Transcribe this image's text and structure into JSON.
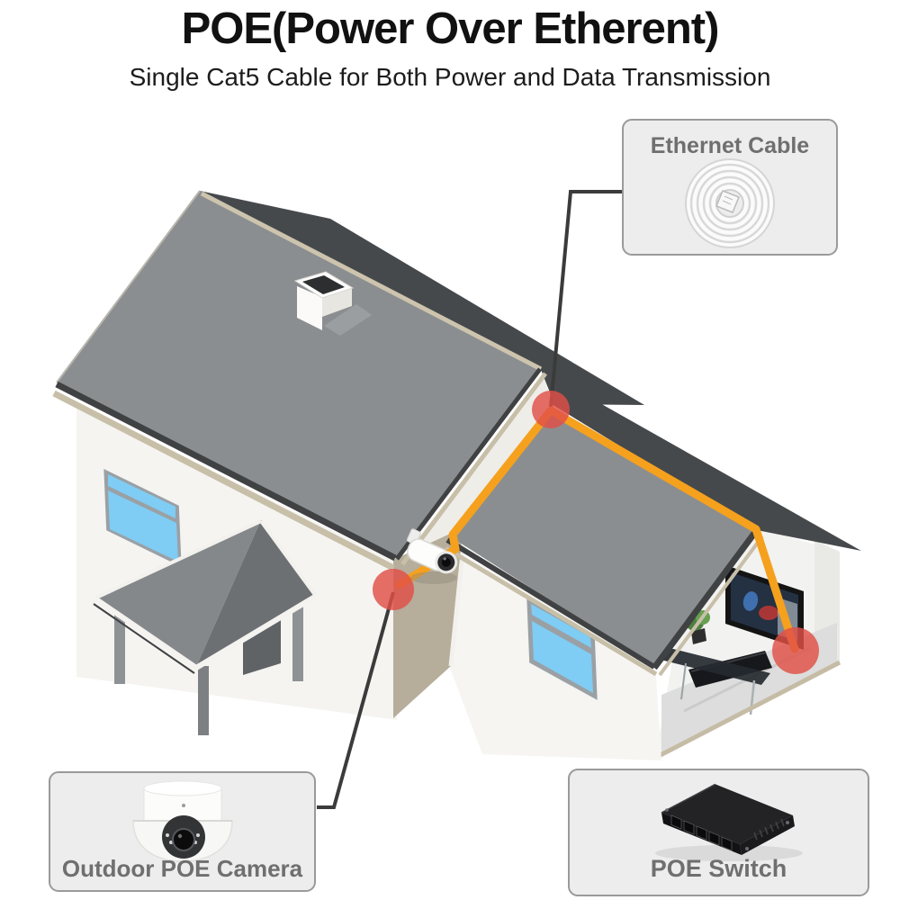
{
  "header": {
    "title": "POE(Power Over Etherent)",
    "subtitle": "Single Cat5 Cable for Both Power and Data Transmission"
  },
  "callouts": [
    {
      "id": "ethernet-cable",
      "label": "Ethernet Cable",
      "icon": "ethernet-cable-coil-icon"
    },
    {
      "id": "outdoor-poe-camera",
      "label": "Outdoor POE Camera",
      "icon": "dome-camera-icon"
    },
    {
      "id": "poe-switch",
      "label": "POE Switch",
      "icon": "poe-switch-icon"
    }
  ],
  "diagram": {
    "connection_dots": 3,
    "colors": {
      "cable_orange": "#F5A11E",
      "connection_dot_red": "#E14F47",
      "roof_gray": "#8B8E90",
      "roof_dark_gray": "#46494C",
      "fascia_beige": "#C8BFA9",
      "wall_white": "#F5F4F1",
      "side_wall_taupe": "#B6AD9B",
      "window_blue": "#7FCCF4",
      "callout_fill": "#EDEDED",
      "callout_border": "#9A9A9A",
      "label_gray": "#6F6F6F"
    }
  }
}
